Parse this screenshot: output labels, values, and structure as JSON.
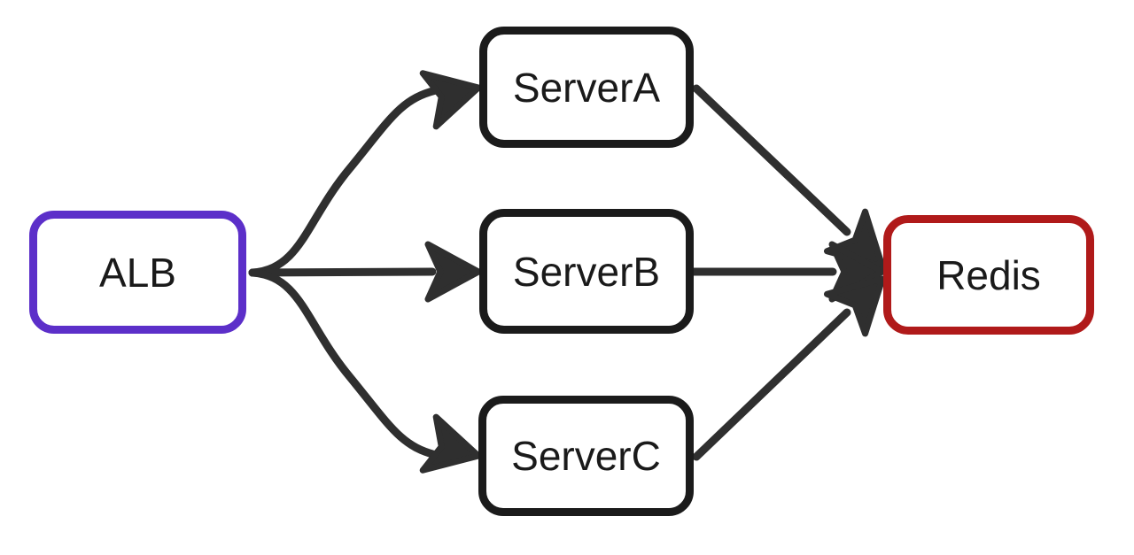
{
  "diagram": {
    "type": "flowchart-left-to-right",
    "background_color": "#ffffff",
    "edge_color": "#2f2f2f",
    "text_color": "#1a1a1a",
    "nodes": [
      {
        "id": "alb",
        "label": "ALB",
        "border_color": "#5c2fc9",
        "fill": "#ffffff",
        "shape": "rounded-rect"
      },
      {
        "id": "servera",
        "label": "ServerA",
        "border_color": "#1b1b1b",
        "fill": "#ffffff",
        "shape": "rounded-rect"
      },
      {
        "id": "serverb",
        "label": "ServerB",
        "border_color": "#1b1b1b",
        "fill": "#ffffff",
        "shape": "rounded-rect"
      },
      {
        "id": "serverc",
        "label": "ServerC",
        "border_color": "#1b1b1b",
        "fill": "#ffffff",
        "shape": "rounded-rect"
      },
      {
        "id": "redis",
        "label": "Redis",
        "border_color": "#b01a1a",
        "fill": "#ffffff",
        "shape": "rounded-rect"
      }
    ],
    "edges": [
      {
        "from": "ALB",
        "to": "ServerA",
        "style": "curved",
        "arrow": "filled-triangle"
      },
      {
        "from": "ALB",
        "to": "ServerB",
        "style": "straight",
        "arrow": "filled-triangle"
      },
      {
        "from": "ALB",
        "to": "ServerC",
        "style": "curved",
        "arrow": "filled-triangle"
      },
      {
        "from": "ServerA",
        "to": "Redis",
        "style": "straight",
        "arrow": "filled-triangle"
      },
      {
        "from": "ServerB",
        "to": "Redis",
        "style": "straight",
        "arrow": "filled-triangle"
      },
      {
        "from": "ServerC",
        "to": "Redis",
        "style": "straight",
        "arrow": "filled-triangle"
      }
    ]
  }
}
